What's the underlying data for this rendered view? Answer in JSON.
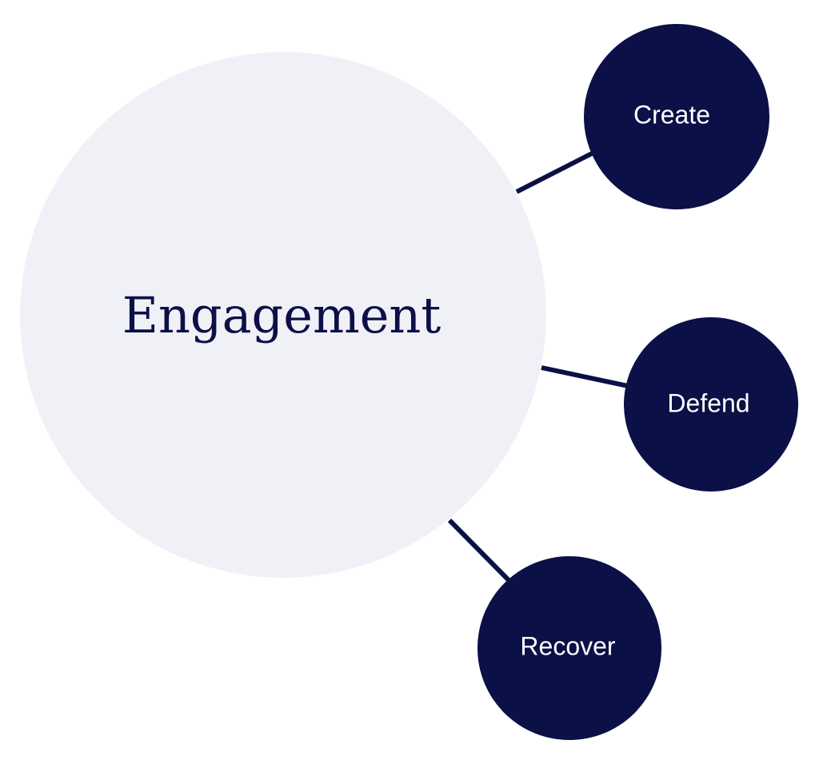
{
  "colors": {
    "background": "#ffffff",
    "hub_fill": "#f0f1f7",
    "hub_text": "#0b1046",
    "node_fill": "#0b1046",
    "node_text": "#ffffff",
    "connector": "#0b1046"
  },
  "hub": {
    "label": "Engagement"
  },
  "nodes": [
    {
      "id": "create",
      "label": "Create"
    },
    {
      "id": "defend",
      "label": "Defend"
    },
    {
      "id": "recover",
      "label": "Recover"
    }
  ]
}
